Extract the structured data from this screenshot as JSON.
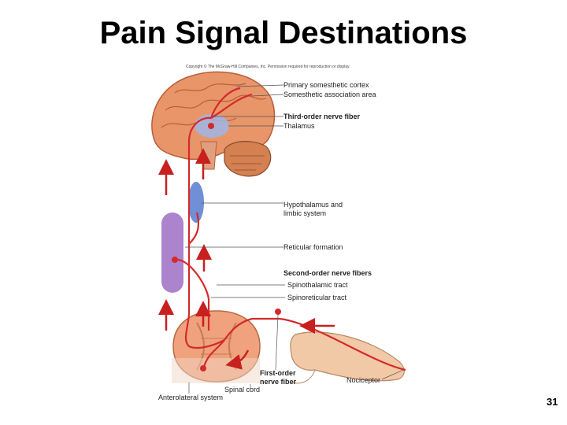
{
  "title": "Pain Signal Destinations",
  "copyright": "Copyright © The McGraw-Hill Companies, Inc. Permission required for reproduction or display.",
  "labels": {
    "primary_cortex": "Primary somesthetic cortex",
    "association_area": "Somesthetic association area",
    "third_order": "Third-order nerve fiber",
    "thalamus": "Thalamus",
    "hypothalamus_1": "Hypothalamus and",
    "hypothalamus_2": "limbic system",
    "reticular": "Reticular formation",
    "second_order": "Second-order nerve fibers",
    "spinothalamic": "Spinothalamic tract",
    "spinoreticular": "Spinoreticular tract",
    "first_order_1": "First-order",
    "first_order_2": "nerve fiber",
    "nociceptor": "Nociceptor",
    "spinal_cord": "Spinal cord",
    "anterolateral": "Anterolateral system"
  },
  "page_number": "31",
  "colors": {
    "nerve": "#d42a2a",
    "brain": "#e8956a",
    "thalamus": "#9fb6e6",
    "hypothalamus": "#6f8fd6",
    "reticular": "#9d6fc4",
    "spinal_cord": "#f0a27c",
    "skin": "#f2c9a6"
  }
}
